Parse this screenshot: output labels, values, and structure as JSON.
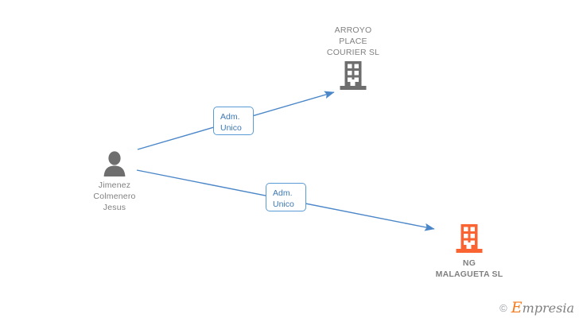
{
  "graph": {
    "background_color": "#ffffff",
    "edge_color": "#4a86c8",
    "node_text_color": "#808080",
    "label_text_color": "#3c78b4",
    "nodes": [
      {
        "id": "person",
        "type": "person",
        "icon": "person-silhouette-icon",
        "icon_color": "#6e6e6e",
        "label": "Jimenez\nColmenero\nJesus",
        "bold": false
      },
      {
        "id": "arroyo",
        "type": "company",
        "icon": "building-icon",
        "icon_color": "#6e6e6e",
        "label": "ARROYO\nPLACE\nCOURIER SL",
        "bold": false
      },
      {
        "id": "malagueta",
        "type": "company",
        "icon": "building-icon",
        "icon_color": "#fa6432",
        "label": "NG\nMALAGUETA SL",
        "bold": true
      }
    ],
    "edges": [
      {
        "id": "edge-person-arroyo",
        "from": "person",
        "to": "arroyo",
        "label": "Adm.\nUnico"
      },
      {
        "id": "edge-person-malagueta",
        "from": "person",
        "to": "malagueta",
        "label": "Adm.\nUnico"
      }
    ]
  },
  "watermark": {
    "copyright": "©",
    "brand_initial": "E",
    "brand_rest": "mpresia"
  }
}
